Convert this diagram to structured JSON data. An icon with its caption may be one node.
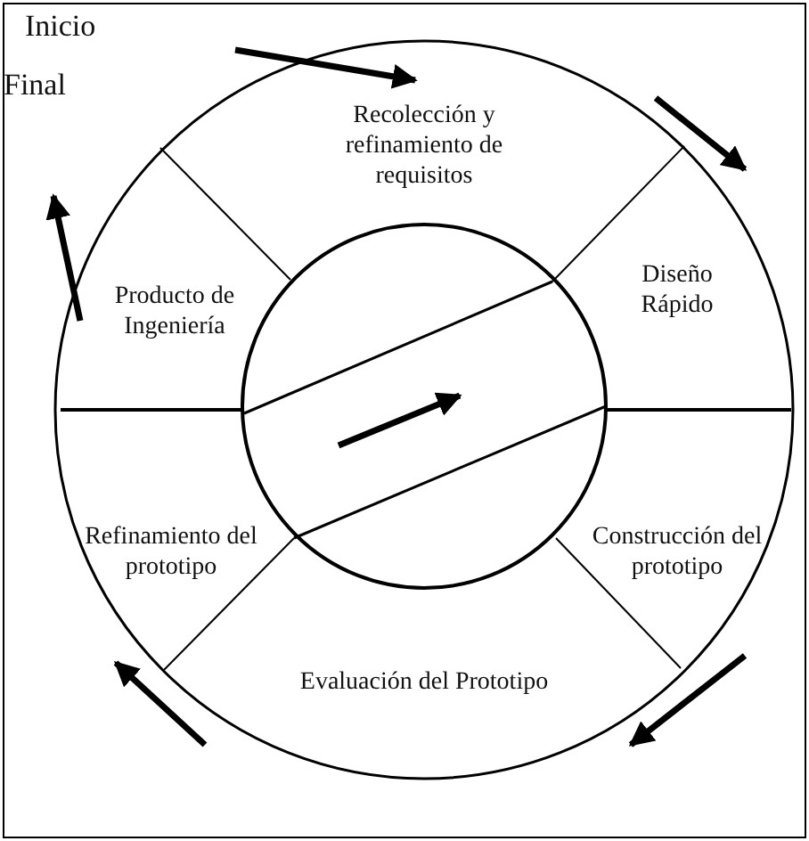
{
  "diagram": {
    "nodes": [
      {
        "text": [
          "Recolección y refinamiento de requisitos"
        ]
      },
      {
        "text": [
          "Diseño Rápido"
        ]
      },
      {
        "text": [
          "Construcción del prototipo"
        ]
      },
      {
        "text": [
          "Evaluación del Prototipo"
        ]
      },
      {
        "text": [
          "Refinamiento del prototipo"
        ]
      },
      {
        "text": [
          "Producto de Ingeniería"
        ]
      }
    ],
    "labels": [
      "Inicio",
      "Final"
    ]
  }
}
